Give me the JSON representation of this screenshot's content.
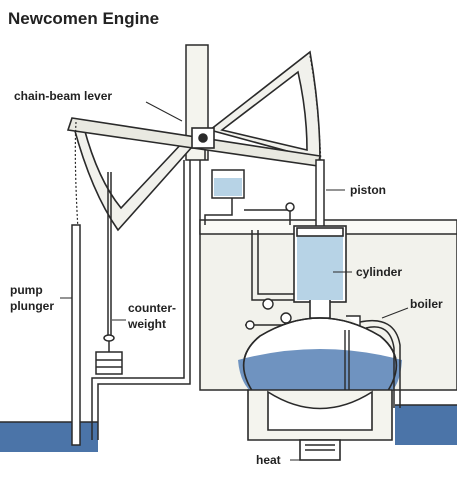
{
  "title": "Newcomen Engine",
  "labels": {
    "chain_beam_lever": "chain-beam lever",
    "piston": "piston",
    "cylinder": "cylinder",
    "pump_plunger_1": "pump",
    "pump_plunger_2": "plunger",
    "counterweight_1": "counter-",
    "counterweight_2": "weight",
    "boiler": "boiler",
    "heat": "heat"
  },
  "colors": {
    "background": "#ffffff",
    "wall": "#f3f3ee",
    "line": "#2a2a2a",
    "water": "#b7d3e6",
    "water_dark": "#4b74a8",
    "boiler_water": "#6f93c0",
    "pipe": "#ffffff"
  }
}
